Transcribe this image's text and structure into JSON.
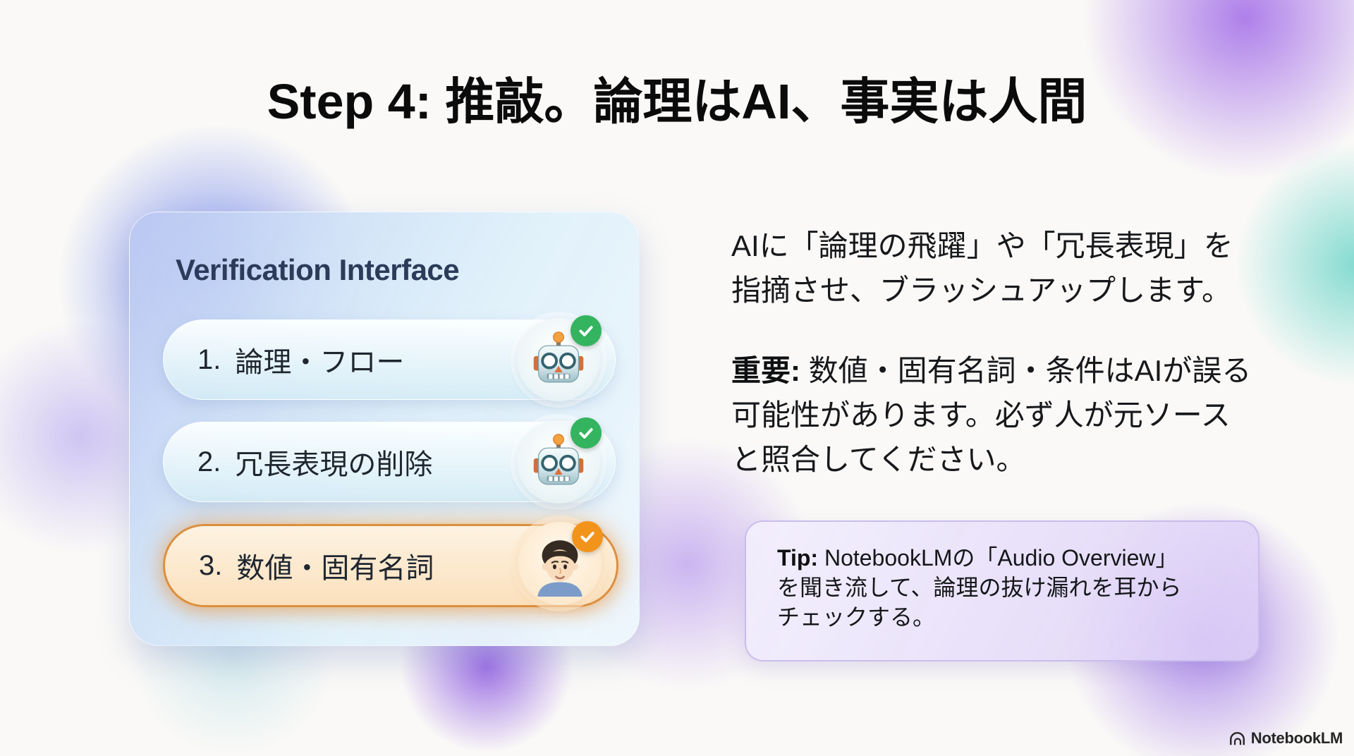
{
  "slide": {
    "title": "Step 4: 推敲。論理はAI、事実は人間"
  },
  "verification_card": {
    "title": "Verification Interface",
    "items": [
      {
        "number": "1.",
        "label": "論理・フロー",
        "actor": "robot",
        "status": "done"
      },
      {
        "number": "2.",
        "label": "冗長表現の削除",
        "actor": "robot",
        "status": "done"
      },
      {
        "number": "3.",
        "label": "数値・固有名詞",
        "actor": "human",
        "status": "done",
        "highlighted": true
      }
    ]
  },
  "description": {
    "paragraph": "AIに「論理の飛躍」や「冗長表現」を\n指摘させ、ブラッシュアップします。",
    "important_label": "重要:",
    "important_text": " 数値・固有名詞・条件はAIが誤る\n可能性があります。必ず人が元ソース\nと照合してください。"
  },
  "tip": {
    "label": "Tip:",
    "text": " NotebookLMの「Audio Overview」\nを聞き流して、論理の抜け漏れを耳から\nチェックする。"
  },
  "footer": {
    "brand": "NotebookLM"
  },
  "icons": {
    "check": "✓",
    "robot_avatar": "robot-face-emoji",
    "human_avatar": "man-face-emoji",
    "brand_mark": "notebooklm-arc-mark"
  },
  "colors": {
    "status_done_ai": "#34b45f",
    "status_done_human": "#f2941c",
    "highlight_border": "#dc8f3e",
    "card_title_text": "#2b3b59",
    "accent_purple": "#a87ae8",
    "accent_teal": "#6ed6ca",
    "accent_blue": "#6a82eb"
  }
}
